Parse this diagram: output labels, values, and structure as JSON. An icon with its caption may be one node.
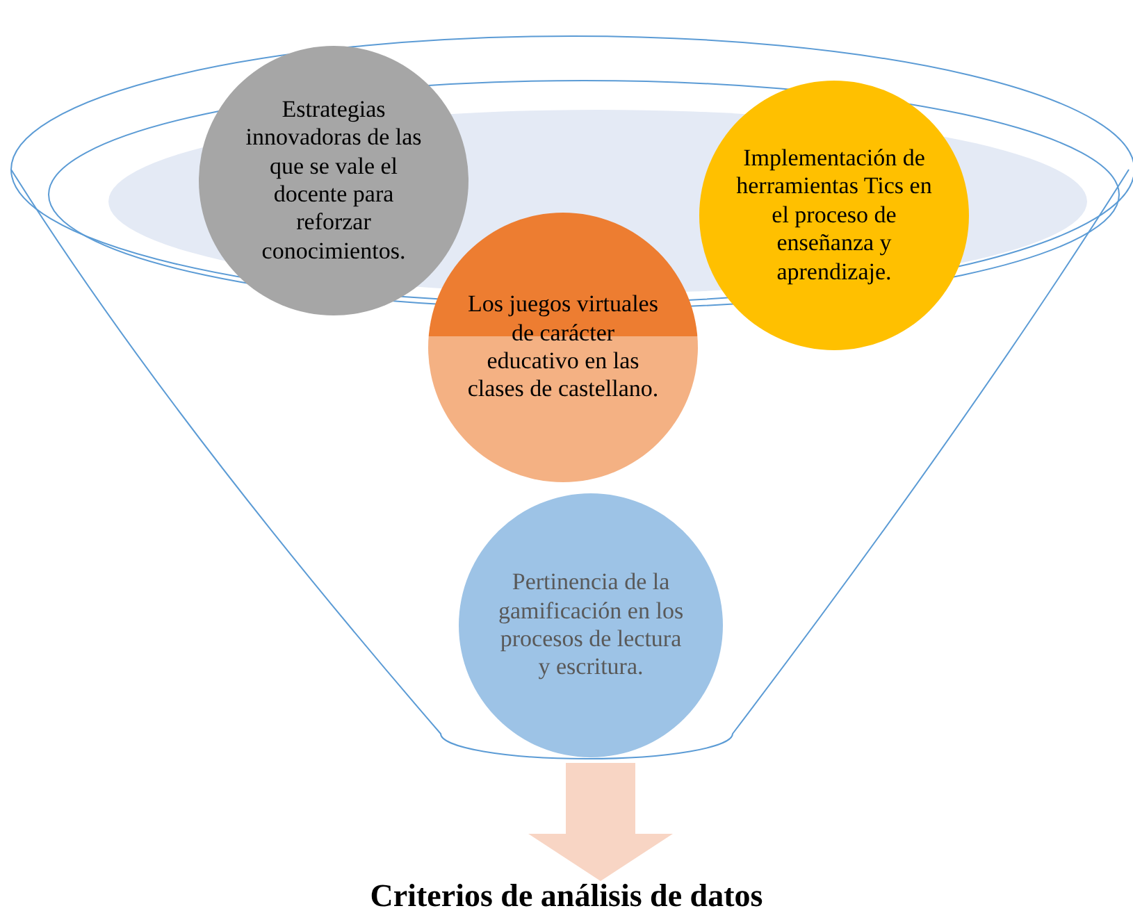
{
  "diagram": {
    "nodes": [
      {
        "text": [],
        "shape": "funnel"
      },
      {
        "text": [
          "Estrategias innovadoras de las que se vale el docente para reforzar conocimientos."
        ],
        "in": 0
      },
      {
        "text": [
          "Implementación de herramientas Tics en el proceso de enseñanza y aprendizaje."
        ],
        "in": 0
      },
      {
        "text": [
          "Los juegos virtuales de carácter educativo en las clases de castellano."
        ],
        "in": 0
      },
      {
        "text": [
          "Pertinencia de la gamificación en los procesos de lectura y escritura."
        ],
        "in": 0
      },
      {
        "text": [
          "Criterios de análisis de datos"
        ]
      }
    ],
    "edges": [
      {
        "from": 0,
        "to": 5,
        "arrow": "to"
      }
    ]
  }
}
